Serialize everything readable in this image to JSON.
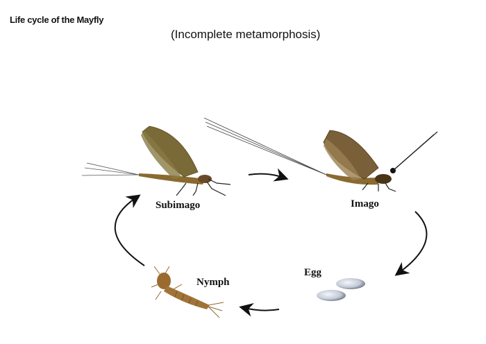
{
  "title": "Life cycle of the Mayfly",
  "subtitle": "(Incomplete metamorphosis)",
  "stages": {
    "subimago": "Subimago",
    "imago": "Imago",
    "egg": "Egg",
    "nymph": "Nymph"
  },
  "colors": {
    "wing": "#7a6a38",
    "body": "#8a6a30",
    "arrow": "#111111",
    "egg": "#b8c0cc"
  }
}
